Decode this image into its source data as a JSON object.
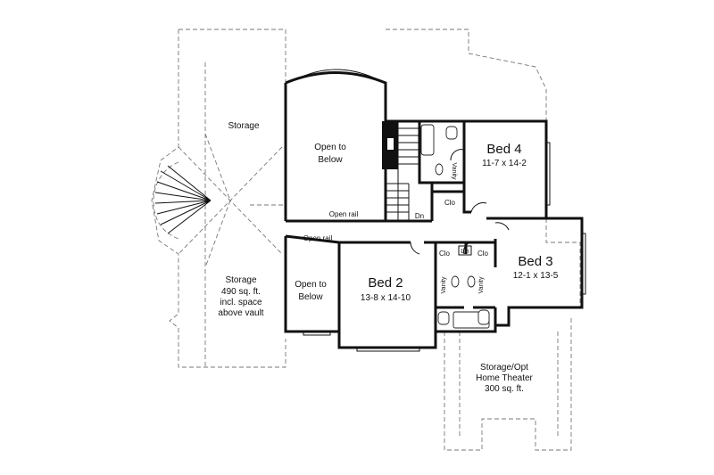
{
  "rooms": {
    "bed4": {
      "name": "Bed 4",
      "dims": "11-7 x 14-2"
    },
    "bed3": {
      "name": "Bed 3",
      "dims": "12-1 x 13-5"
    },
    "bed2": {
      "name": "Bed 2",
      "dims": "13-8 x 14-10"
    }
  },
  "areas": {
    "storage_top": {
      "line1": "Storage"
    },
    "open_upper": {
      "line1": "Open to",
      "line2": "Below"
    },
    "open_lower": {
      "line1": "Open to",
      "line2": "Below"
    },
    "storage_left": {
      "line1": "Storage",
      "line2": "490 sq. ft.",
      "line3": "incl. space",
      "line4": "above vault"
    },
    "storage_bottom": {
      "line1": "Storage/Opt",
      "line2": "Home Theater",
      "line3": "300 sq. ft."
    }
  },
  "notes": {
    "open_rail_upper": "Open rail",
    "open_rail_lower": "Open rail",
    "stair_dn": "Dn",
    "linen": "Lin"
  },
  "closets": {
    "clo_bed4": "Clo",
    "clo_bath_left": "Clo",
    "clo_bath_right": "Clo"
  },
  "vanities": {
    "vanity_bed4": "Vanity",
    "vanity_left": "Vanity",
    "vanity_right": "Vanity"
  }
}
